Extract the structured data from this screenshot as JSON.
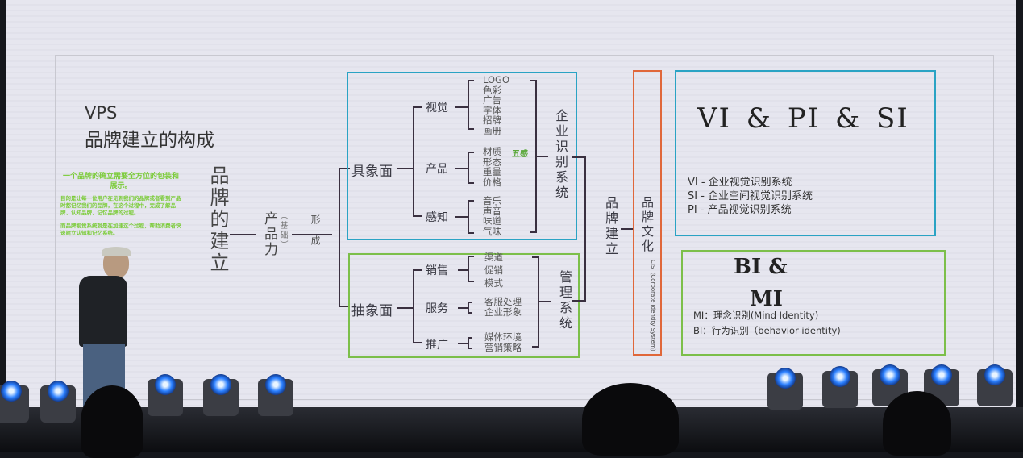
{
  "slide": {
    "title_line1": "VPS",
    "title_line2": "品牌建立的构成",
    "green_headline": "一个品牌的确立需要全方位的包装和展示。",
    "green_para1": "目的是让每一位用户在见到我们的品牌或者看到产品时都记忆我们的品牌，在这个过程中，完成了解品牌、认知品牌、记忆品牌的过程。",
    "green_para2": "而品牌视觉系统就是在加速这个过程，帮助消费者快速建立认知和记忆系统。",
    "root": "品牌的建立",
    "product_power": "产品力",
    "basis": "（基础）",
    "form": "形成",
    "concrete": {
      "label": "具象面",
      "groups": [
        {
          "label": "视觉",
          "items": [
            "LOGO",
            "色彩",
            "广告",
            "字体",
            "招牌",
            "画册"
          ]
        },
        {
          "label": "产品",
          "items": [
            "材质",
            "形态",
            "重量",
            "价格"
          ]
        },
        {
          "label": "感知",
          "items": [
            "音乐",
            "声音",
            "味道",
            "气味"
          ]
        }
      ],
      "five_senses": "五感",
      "system": "企业识别系统"
    },
    "abstract": {
      "label": "抽象面",
      "groups": [
        {
          "label": "销售",
          "items": [
            "渠道",
            "促销",
            "模式"
          ]
        },
        {
          "label": "服务",
          "items": [
            "客服处理",
            "企业形象"
          ]
        },
        {
          "label": "推广",
          "items": [
            "媒体环境",
            "营销策略"
          ]
        }
      ],
      "system": "管理系统"
    },
    "brand_build": "品牌建立",
    "brand_culture": "品牌文化",
    "cis": "CIS（Corporate Identity System）",
    "vi_box": {
      "heading": "VI & PI & SI",
      "lines": [
        "VI - 企业视觉识别系统",
        "SI - 企业空间视觉识别系统",
        "PI - 产品视觉识别系统"
      ]
    },
    "bi_box": {
      "heading1": "BI &",
      "heading2": "MI",
      "lines": [
        "MI：理念识别(Mind Identity)",
        "BI：行为识别（behavior identity)"
      ]
    }
  },
  "colors": {
    "blue": "#2aa3c4",
    "green": "#7cbf4a",
    "orange": "#e0673a",
    "green_text": "#7ccc3a"
  }
}
